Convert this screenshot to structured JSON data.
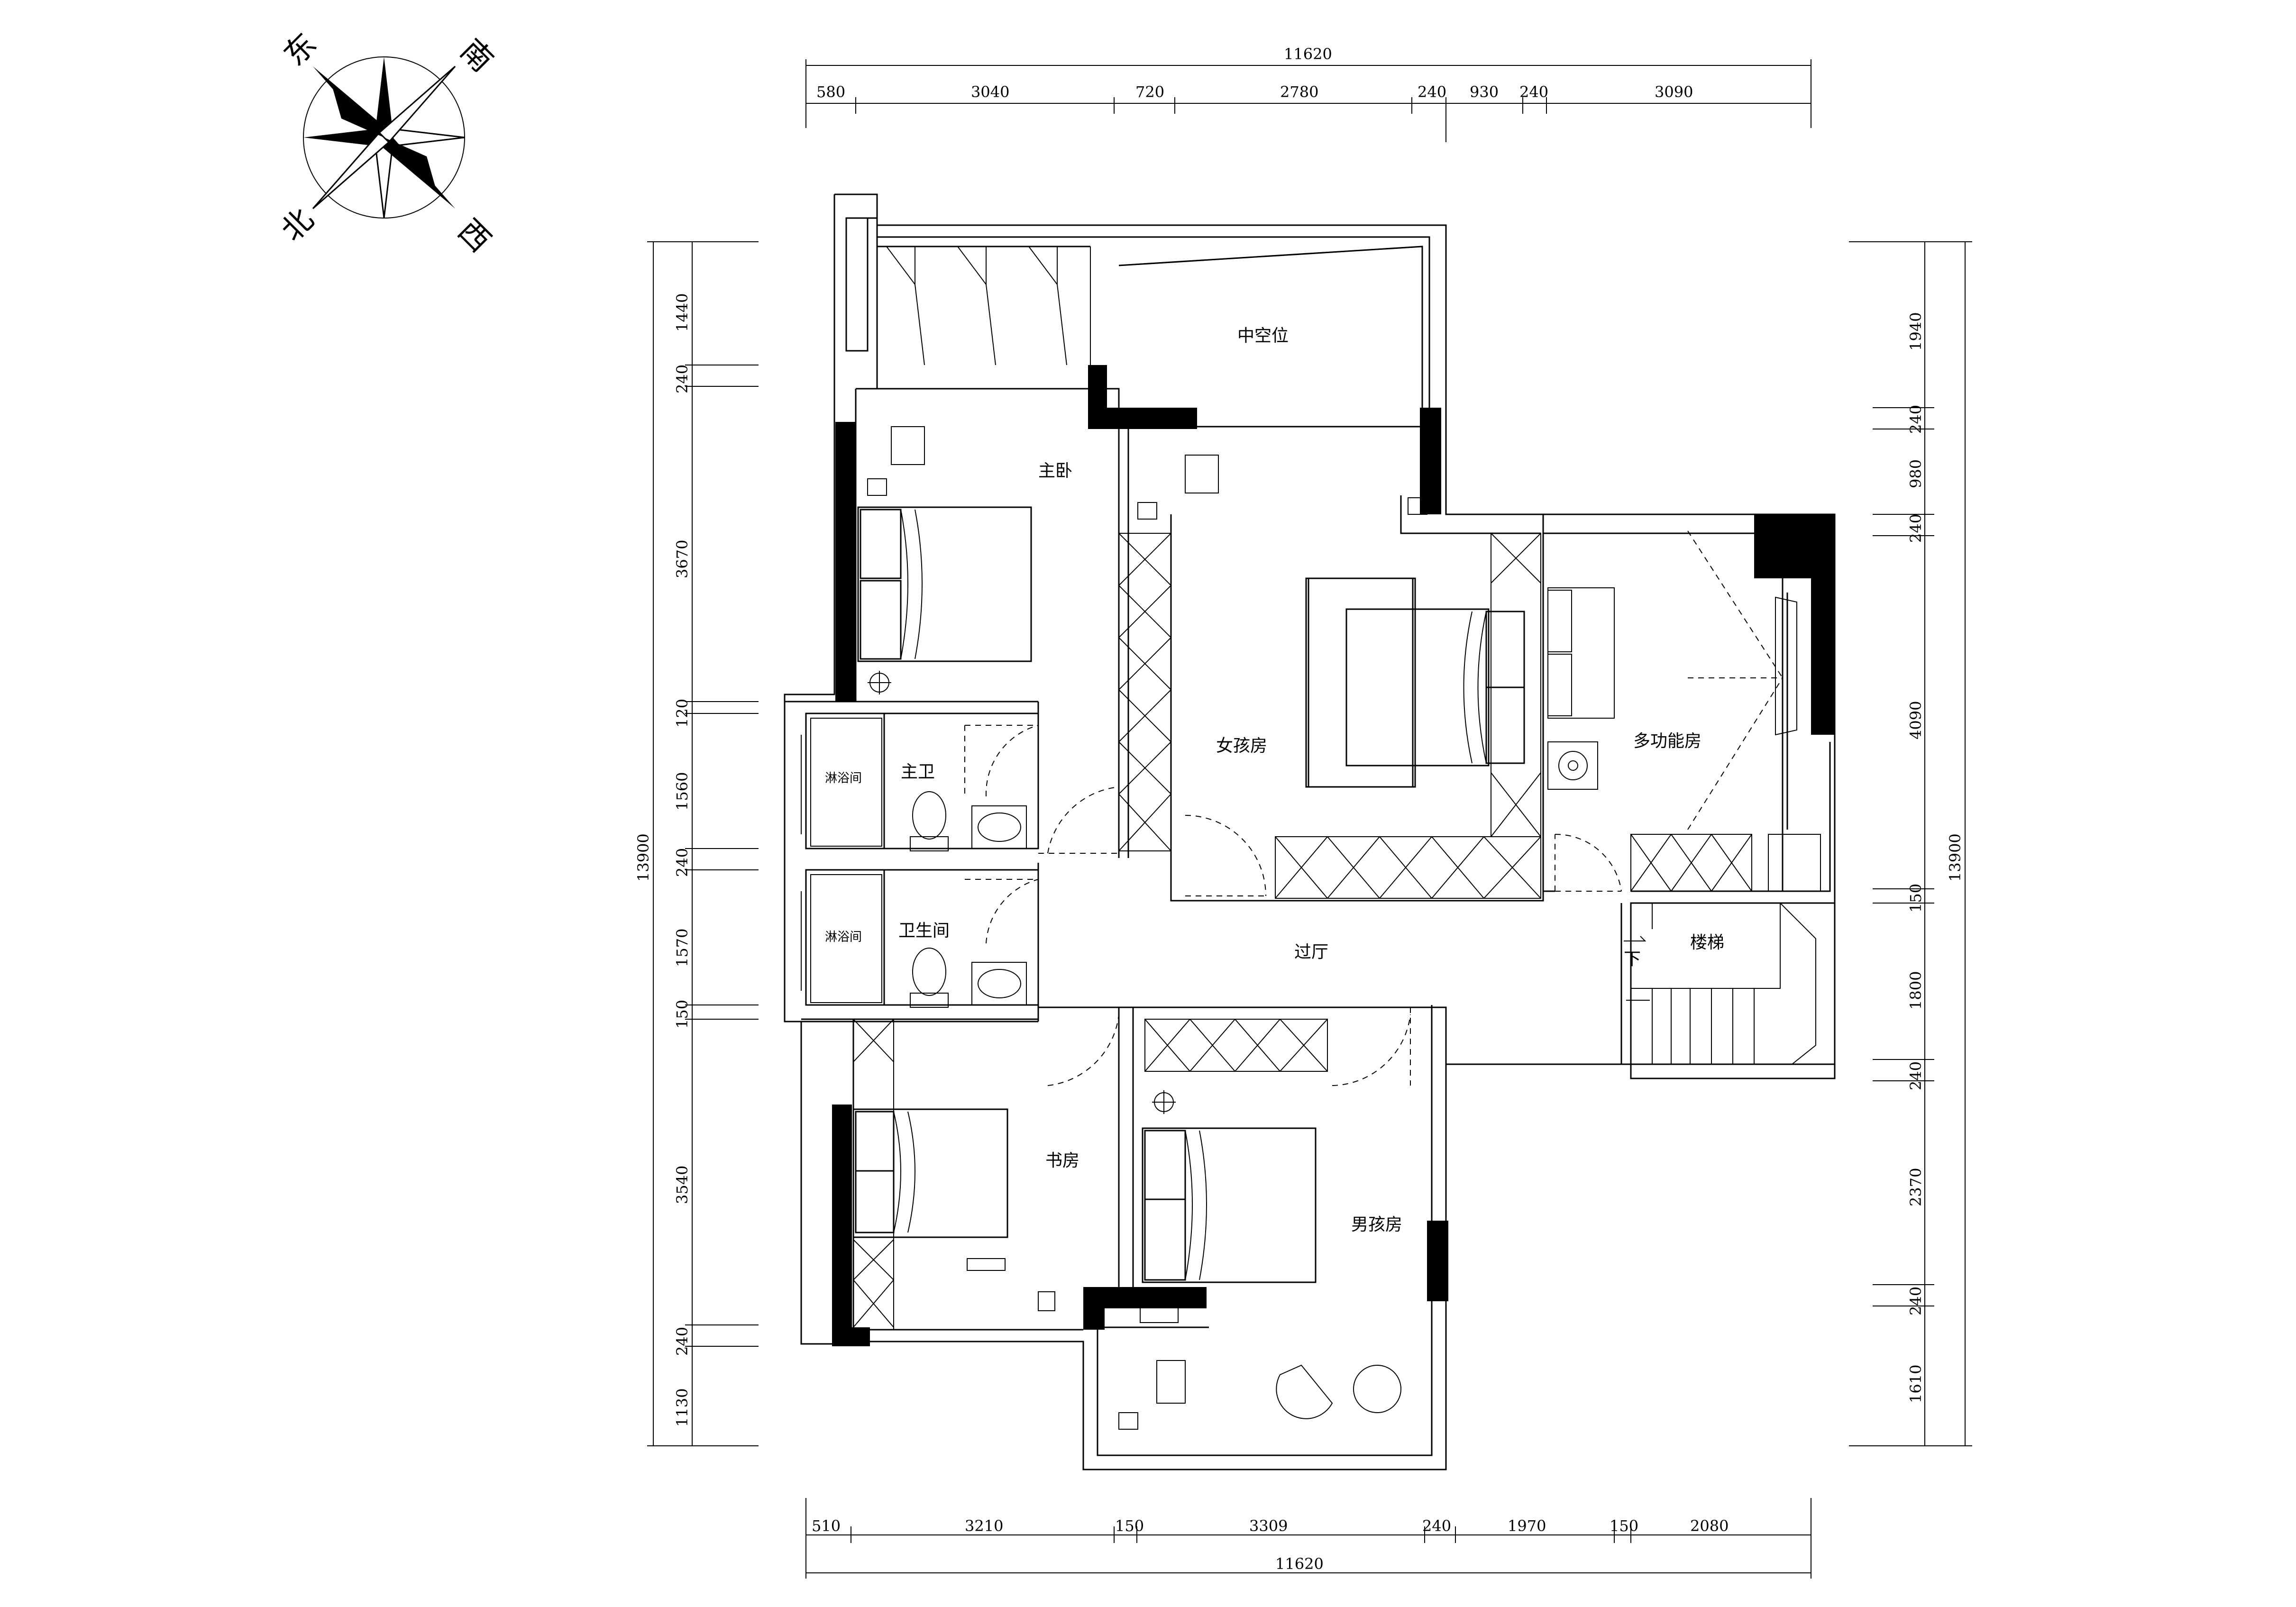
{
  "compass": {
    "east": "东",
    "south": "南",
    "north": "北",
    "west": "西"
  },
  "rooms": {
    "void": "中空位",
    "master_bedroom": "主卧",
    "master_bath": "主卫",
    "shower_1": "淋浴间",
    "shower_2": "淋浴间",
    "bathroom": "卫生间",
    "girls_room": "女孩房",
    "multi_room": "多功能房",
    "hall": "过厅",
    "stairs": "楼梯",
    "stairs_down": "下",
    "study": "书房",
    "boys_room": "男孩房"
  },
  "dims": {
    "top_total": "11620",
    "top": [
      "580",
      "3040",
      "720",
      "2780",
      "240",
      "930",
      "240",
      "3090"
    ],
    "bottom_total": "11620",
    "bottom": [
      "510",
      "3210",
      "150",
      "3309",
      "240",
      "1970",
      "150",
      "2080"
    ],
    "left_total": "13900",
    "left": [
      "1440",
      "240",
      "3670",
      "120",
      "1560",
      "240",
      "1570",
      "150",
      "3540",
      "240",
      "1130"
    ],
    "right_total": "13900",
    "right": [
      "1940",
      "240",
      "980",
      "240",
      "4090",
      "150",
      "1800",
      "240",
      "2370",
      "240",
      "1610"
    ]
  }
}
